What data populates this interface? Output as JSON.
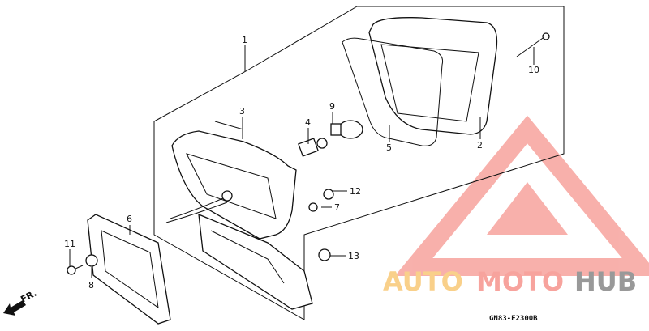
{
  "diagram": {
    "parts": [
      {
        "number": "1"
      },
      {
        "number": "2"
      },
      {
        "number": "3"
      },
      {
        "number": "4"
      },
      {
        "number": "5"
      },
      {
        "number": "6"
      },
      {
        "number": "7"
      },
      {
        "number": "8"
      },
      {
        "number": "9"
      },
      {
        "number": "10"
      },
      {
        "number": "11"
      },
      {
        "number": "12"
      },
      {
        "number": "13"
      }
    ],
    "direction_label": "FR.",
    "drawing_code": "GN83-F2300B"
  },
  "watermark": {
    "word_1": "AUTO",
    "word_2": "MOTO",
    "word_3": "HUB",
    "colors": {
      "auto": "#f9d08a",
      "moto": "#f7a39d",
      "hub": "#999999",
      "triangle": "#f7a39d"
    }
  }
}
